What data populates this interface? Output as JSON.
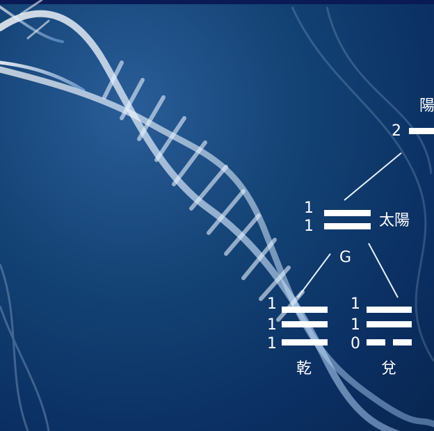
{
  "top_node": {
    "label": "陽",
    "value": "2"
  },
  "middle_node": {
    "label": "太陽",
    "values": [
      "1",
      "1"
    ],
    "base": "G"
  },
  "left_child": {
    "label": "乾",
    "values": [
      "1",
      "1",
      "1"
    ]
  },
  "right_child": {
    "label": "兌",
    "values": [
      "1",
      "1",
      "0"
    ]
  },
  "colors": {
    "background": "#0b2f62",
    "helix": "#cfe4ff",
    "bars": "#ffffff"
  }
}
